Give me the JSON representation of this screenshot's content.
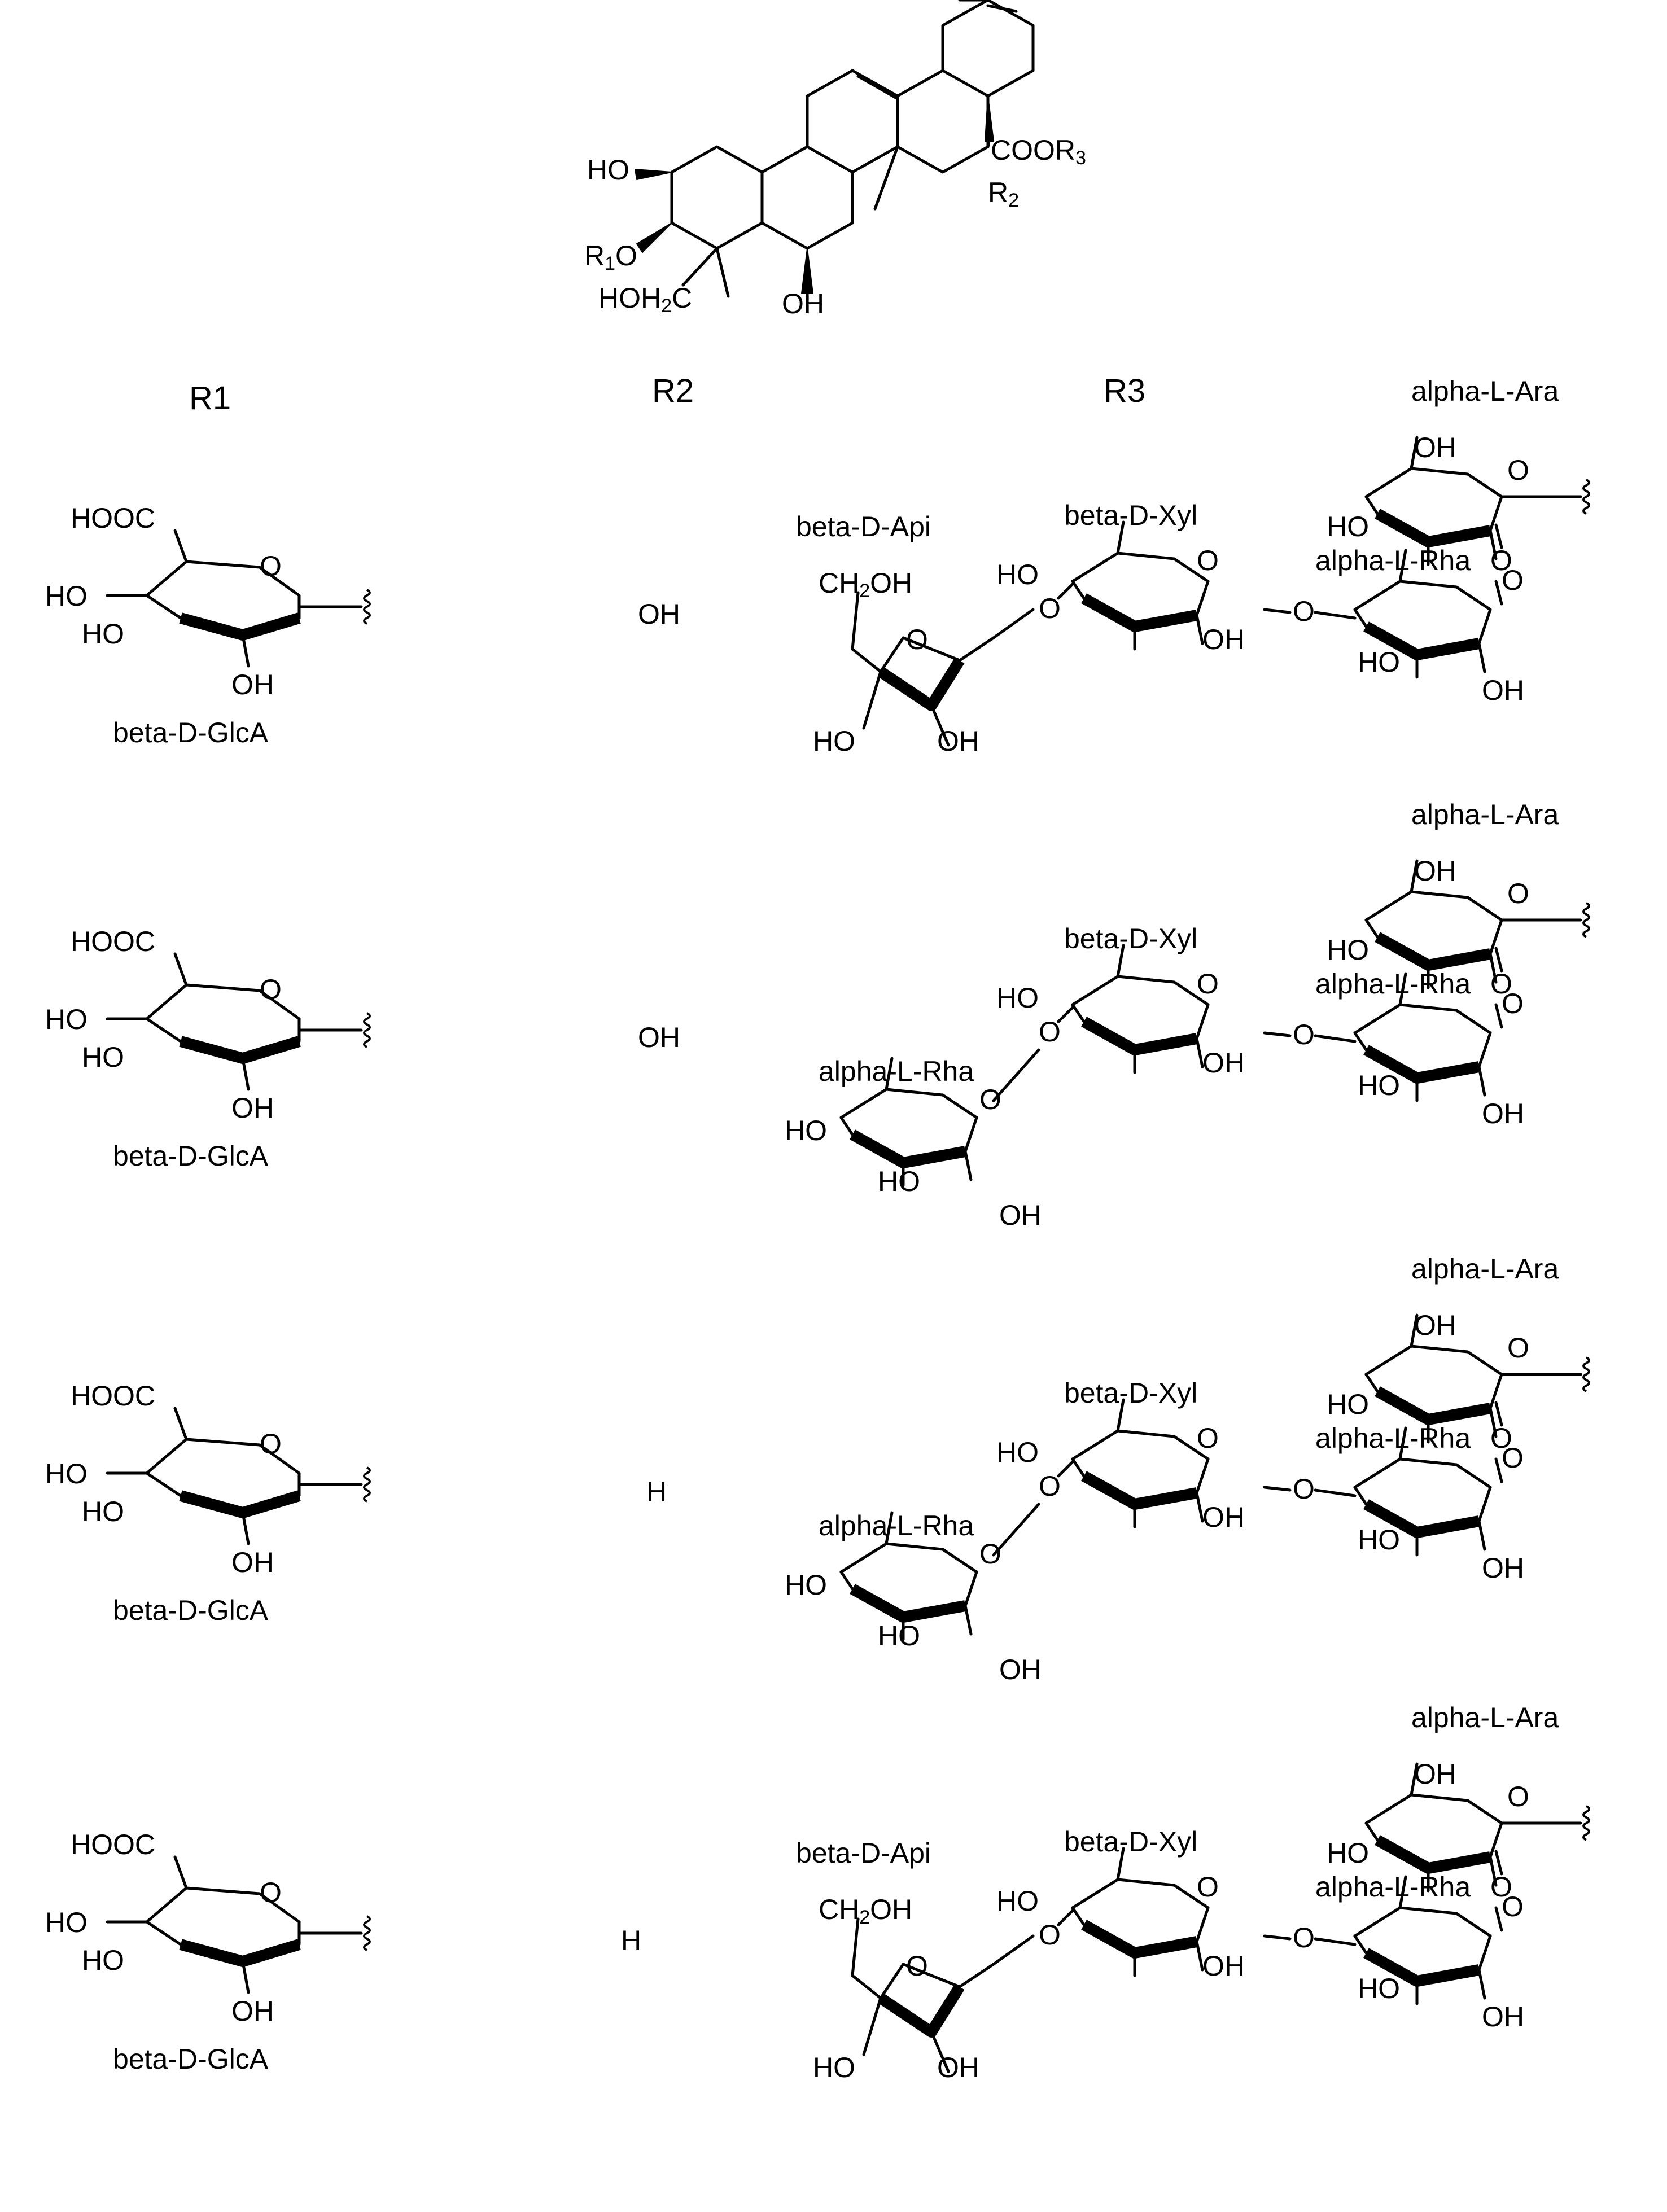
{
  "aglycone": {
    "labels": {
      "ho_top": "HO",
      "r1o": "R",
      "r1o_sub": "1",
      "r1o_o": "O",
      "hoh2c": "HOH",
      "hoh2c_sub": "2",
      "hoh2c_c": "C",
      "oh": "OH",
      "cooR3": "COOR",
      "cooR3_sub": "3",
      "r2": "R",
      "r2_sub": "2"
    }
  },
  "columns": {
    "r1": "R1",
    "r2": "R2",
    "r3": "R3"
  },
  "rows": [
    {
      "r1": "beta-D-GlcA",
      "r2": "OH",
      "sugars": [
        "beta-D-Api",
        "beta-D-Xyl",
        "alpha-L-Rha",
        "alpha-L-Ara"
      ]
    },
    {
      "r1": "beta-D-GlcA",
      "r2": "OH",
      "sugars": [
        "alpha-L-Rha",
        "beta-D-Xyl",
        "alpha-L-Rha",
        "alpha-L-Ara"
      ]
    },
    {
      "r1": "beta-D-GlcA",
      "r2": "H",
      "sugars": [
        "alpha-L-Rha",
        "beta-D-Xyl",
        "alpha-L-Rha",
        "alpha-L-Ara"
      ]
    },
    {
      "r1": "beta-D-GlcA",
      "r2": "H",
      "sugars": [
        "beta-D-Api",
        "beta-D-Xyl",
        "alpha-L-Rha",
        "alpha-L-Ara"
      ]
    }
  ],
  "atoms": {
    "oh": "OH",
    "ho": "HO",
    "o": "O",
    "hooc": "HOOC",
    "ch2oh": "CH",
    "ch2oh_sub": "2",
    "ch2oh_end": "OH"
  }
}
